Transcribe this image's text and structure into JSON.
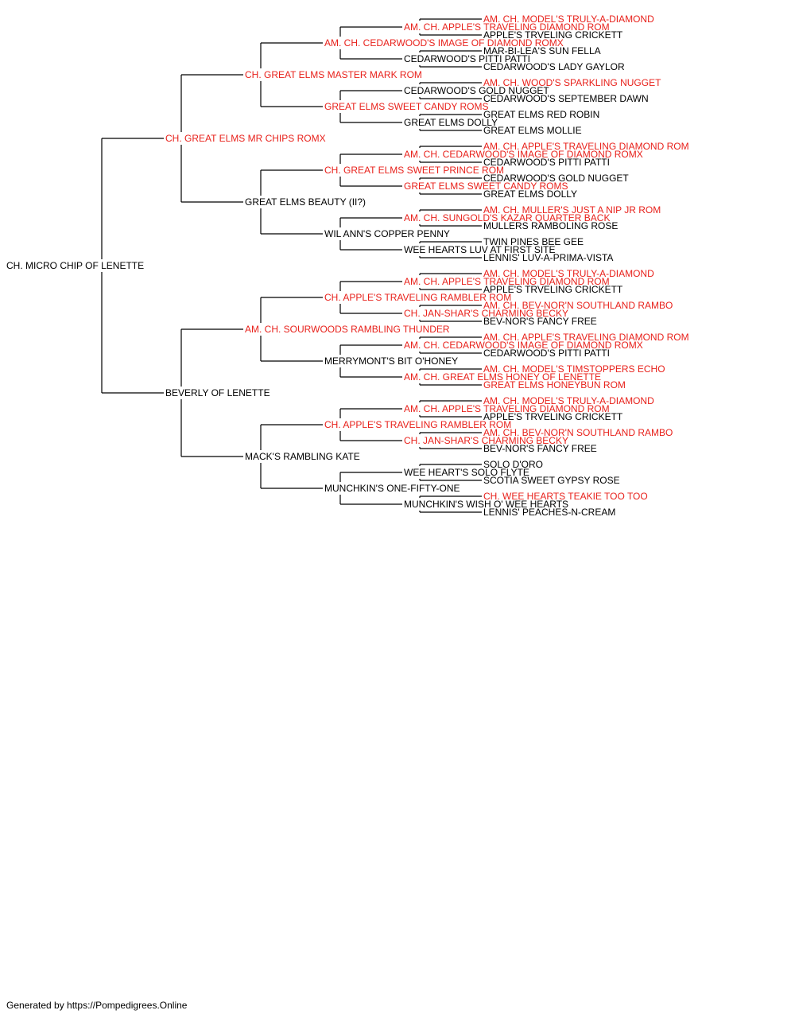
{
  "colors": {
    "champion": "#e8211b",
    "normal": "#000000",
    "line": "#000000"
  },
  "root": {
    "name": "CH. MICRO CHIP OF LENETTE",
    "champion": false,
    "sire": {
      "name": "CH. GREAT ELMS MR CHIPS ROMX",
      "champion": true,
      "sire": {
        "name": "CH. GREAT ELMS MASTER MARK ROM",
        "champion": true,
        "sire": {
          "name": "AM. CH. CEDARWOOD'S IMAGE OF DIAMOND ROMX",
          "champion": true,
          "sire": {
            "name": "AM. CH. APPLE'S TRAVELING DIAMOND ROM",
            "champion": true,
            "sire": {
              "name": "AM. CH. MODEL'S TRULY-A-DIAMOND",
              "champion": true
            },
            "dam": {
              "name": "APPLE'S TRVELING CRICKETT",
              "champion": false
            }
          },
          "dam": {
            "name": "CEDARWOOD'S PITTI PATTI",
            "champion": false,
            "sire": {
              "name": "MAR-BI-LEA'S SUN FELLA",
              "champion": false
            },
            "dam": {
              "name": "CEDARWOOD'S LADY GAYLOR",
              "champion": false
            }
          }
        },
        "dam": {
          "name": "GREAT ELMS SWEET CANDY ROMS",
          "champion": true,
          "sire": {
            "name": "CEDARWOOD'S GOLD NUGGET",
            "champion": false,
            "sire": {
              "name": "AM. CH. WOOD'S SPARKLING NUGGET",
              "champion": true
            },
            "dam": {
              "name": "CEDARWOOD'S SEPTEMBER DAWN",
              "champion": false
            }
          },
          "dam": {
            "name": "GREAT ELMS DOLLY",
            "champion": false,
            "sire": {
              "name": "GREAT ELMS RED ROBIN",
              "champion": false
            },
            "dam": {
              "name": "GREAT ELMS MOLLIE",
              "champion": false
            }
          }
        }
      },
      "dam": {
        "name": "GREAT ELMS BEAUTY (II?)",
        "champion": false,
        "sire": {
          "name": "CH. GREAT ELMS SWEET PRINCE ROM",
          "champion": true,
          "sire": {
            "name": "AM. CH. CEDARWOOD'S IMAGE OF DIAMOND ROMX",
            "champion": true,
            "sire": {
              "name": "AM. CH. APPLE'S TRAVELING DIAMOND ROM",
              "champion": true
            },
            "dam": {
              "name": "CEDARWOOD'S PITTI PATTI",
              "champion": false
            }
          },
          "dam": {
            "name": "GREAT ELMS SWEET CANDY ROMS",
            "champion": true,
            "sire": {
              "name": "CEDARWOOD'S GOLD NUGGET",
              "champion": false
            },
            "dam": {
              "name": "GREAT ELMS DOLLY",
              "champion": false
            }
          }
        },
        "dam": {
          "name": "WIL ANN'S COPPER PENNY",
          "champion": false,
          "sire": {
            "name": "AM. CH. SUNGOLD'S KAZAR QUARTER BACK",
            "champion": true,
            "sire": {
              "name": "AM. CH. MULLER'S JUST A NIP JR ROM",
              "champion": true
            },
            "dam": {
              "name": "MULLERS RAMBOLING ROSE",
              "champion": false
            }
          },
          "dam": {
            "name": "WEE HEARTS LUV AT FIRST SITE",
            "champion": false,
            "sire": {
              "name": "TWIN PINES BEE GEE",
              "champion": false
            },
            "dam": {
              "name": "LENNIS' LUV-A-PRIMA-VISTA",
              "champion": false
            }
          }
        }
      }
    },
    "dam": {
      "name": "BEVERLY OF LENETTE",
      "champion": false,
      "sire": {
        "name": "AM. CH. SOURWOODS RAMBLING THUNDER",
        "champion": true,
        "sire": {
          "name": "CH. APPLE'S TRAVELING RAMBLER ROM",
          "champion": true,
          "sire": {
            "name": "AM. CH. APPLE'S TRAVELING DIAMOND ROM",
            "champion": true,
            "sire": {
              "name": "AM. CH. MODEL'S TRULY-A-DIAMOND",
              "champion": true
            },
            "dam": {
              "name": "APPLE'S TRVELING CRICKETT",
              "champion": false
            }
          },
          "dam": {
            "name": "CH. JAN-SHAR'S CHARMING BECKY",
            "champion": true,
            "sire": {
              "name": "AM. CH. BEV-NOR'N SOUTHLAND RAMBO",
              "champion": true
            },
            "dam": {
              "name": "BEV-NOR'S FANCY FREE",
              "champion": false
            }
          }
        },
        "dam": {
          "name": "MERRYMONT'S BIT O'HONEY",
          "champion": false,
          "sire": {
            "name": "AM. CH. CEDARWOOD'S IMAGE OF DIAMOND ROMX",
            "champion": true,
            "sire": {
              "name": "AM. CH. APPLE'S TRAVELING DIAMOND ROM",
              "champion": true
            },
            "dam": {
              "name": "CEDARWOOD'S PITTI PATTI",
              "champion": false
            }
          },
          "dam": {
            "name": "AM. CH. GREAT ELMS HONEY OF LENETTE",
            "champion": true,
            "sire": {
              "name": "AM. CH. MODEL'S TIMSTOPPERS ECHO",
              "champion": true
            },
            "dam": {
              "name": "GREAT ELMS HONEYBUN ROM",
              "champion": true
            }
          }
        }
      },
      "dam": {
        "name": "MACK'S RAMBLING KATE",
        "champion": false,
        "sire": {
          "name": "CH. APPLE'S TRAVELING RAMBLER ROM",
          "champion": true,
          "sire": {
            "name": "AM. CH. APPLE'S TRAVELING DIAMOND ROM",
            "champion": true,
            "sire": {
              "name": "AM. CH. MODEL'S TRULY-A-DIAMOND",
              "champion": true
            },
            "dam": {
              "name": "APPLE'S TRVELING CRICKETT",
              "champion": false
            }
          },
          "dam": {
            "name": "CH. JAN-SHAR'S CHARMING BECKY",
            "champion": true,
            "sire": {
              "name": "AM. CH. BEV-NOR'N SOUTHLAND RAMBO",
              "champion": true
            },
            "dam": {
              "name": "BEV-NOR'S FANCY FREE",
              "champion": false
            }
          }
        },
        "dam": {
          "name": "MUNCHKIN'S ONE-FIFTY-ONE",
          "champion": false,
          "sire": {
            "name": "WEE HEART'S SOLO FLYTE",
            "champion": false,
            "sire": {
              "name": "SOLO D'ORO",
              "champion": false
            },
            "dam": {
              "name": "SCOTIA SWEET GYPSY ROSE",
              "champion": false
            }
          },
          "dam": {
            "name": "MUNCHKIN'S WISH O' WEE HEARTS",
            "champion": false,
            "sire": {
              "name": "CH. WEE HEARTS TEAKIE TOO TOO",
              "champion": true
            },
            "dam": {
              "name": "LENNIS' PEACHES-N-CREAM",
              "champion": false
            }
          }
        }
      }
    }
  },
  "footer": "Generated by https://Pompedigrees.Online"
}
